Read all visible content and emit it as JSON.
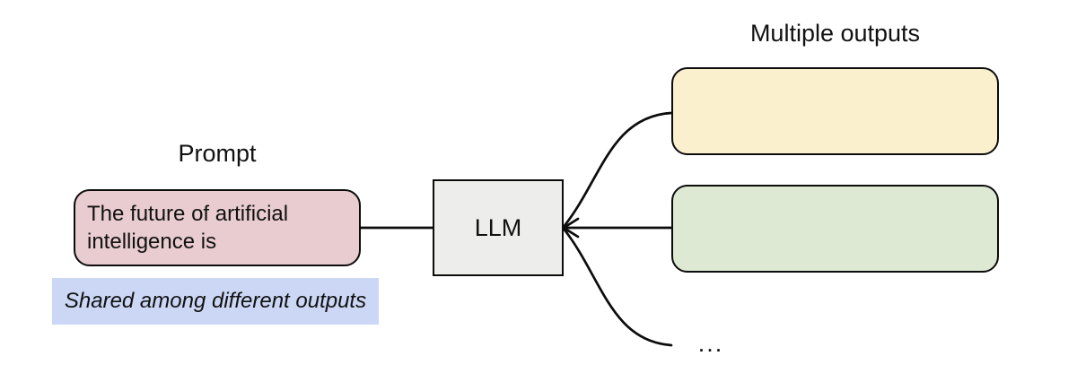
{
  "diagram": {
    "prompt": {
      "title": "Prompt",
      "box_text": "The future of artificial intelligence is",
      "caption": "Shared among different outputs"
    },
    "llm": {
      "label": "LLM"
    },
    "outputs": {
      "title": "Multiple outputs",
      "ellipsis": "..."
    }
  },
  "colors": {
    "prompt-fill": "#e8ccd0",
    "caption-fill": "#cbd7f5",
    "llm-fill": "#ededeb",
    "output1-fill": "#faf0ce",
    "output2-fill": "#dde9d3",
    "stroke": "#0c0c0c",
    "text": "#111111",
    "canvas-bg": "#ffffff"
  }
}
